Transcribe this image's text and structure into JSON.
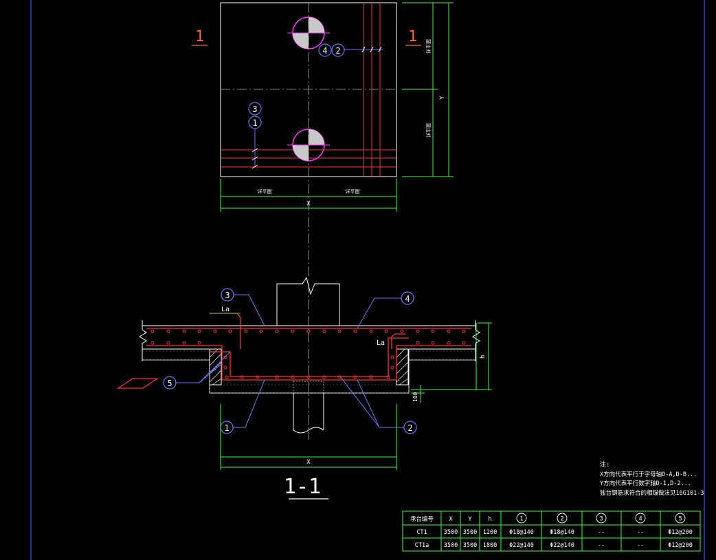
{
  "plan": {
    "section_mark_left": "1",
    "section_mark_right": "1",
    "bar_label_top": "4",
    "bar_label_top2": "2",
    "bar_label_left_top": "3",
    "bar_label_left_bottom": "1",
    "dim_x": "X",
    "dim_y": "Y",
    "side_note_top": "详平面",
    "side_note_bottom": "详平面",
    "bottom_note_left": "详平面",
    "bottom_note_right": "详平面"
  },
  "section": {
    "title": "1-1",
    "la_left": "La",
    "la_right": "La",
    "dim_x": "X",
    "dim_h": "h",
    "dim_cover": "100",
    "callouts": [
      "1",
      "2",
      "3",
      "4",
      "5"
    ]
  },
  "notes": {
    "heading": "注:",
    "lines": [
      "X方向代表平行于字母轴D-A,D-B...",
      "Y方向代表平行数字轴D-1,D-2...",
      "独台钢筋求符合的相锚做法见16G101-3"
    ]
  },
  "table": {
    "headers": [
      "承台编号",
      "X",
      "Y",
      "h",
      "1",
      "2",
      "3",
      "4",
      "5"
    ],
    "rows": [
      [
        "CT1",
        "3500",
        "3500",
        "1200",
        "Φ18@140",
        "Φ18@140",
        "--",
        "--",
        "Φ12@200"
      ],
      [
        "CT1a",
        "3500",
        "3500",
        "1800",
        "Φ22@140",
        "Φ22@140",
        "--",
        "--",
        "Φ12@200"
      ]
    ]
  },
  "colors": {
    "background": "#000000",
    "outline": "#ffffff",
    "rebar": "#ff3030",
    "dimension": "#33ff33",
    "leader": "#6677ff",
    "pile": "#ff33ff",
    "label": "#ff6633",
    "table_text": "#ffffff",
    "frame": "#3355ff"
  }
}
